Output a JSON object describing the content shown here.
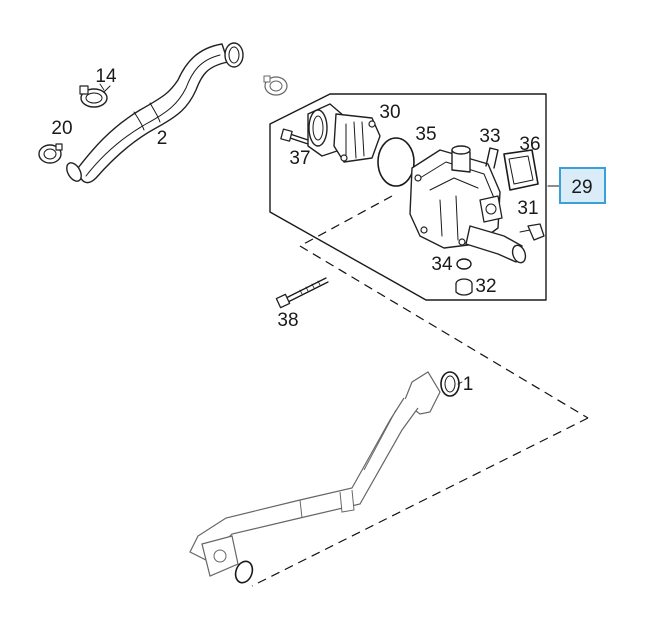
{
  "callouts": {
    "c1": "1",
    "c2": "2",
    "c14": "14",
    "c20": "20",
    "c29": "29",
    "c30": "30",
    "c31": "31",
    "c32": "32",
    "c33": "33",
    "c34": "34",
    "c35": "35",
    "c36": "36",
    "c37": "37",
    "c38": "38"
  },
  "highlight": {
    "part": "29",
    "color": "#3aa0d8",
    "fill": "#d9ecf8"
  }
}
